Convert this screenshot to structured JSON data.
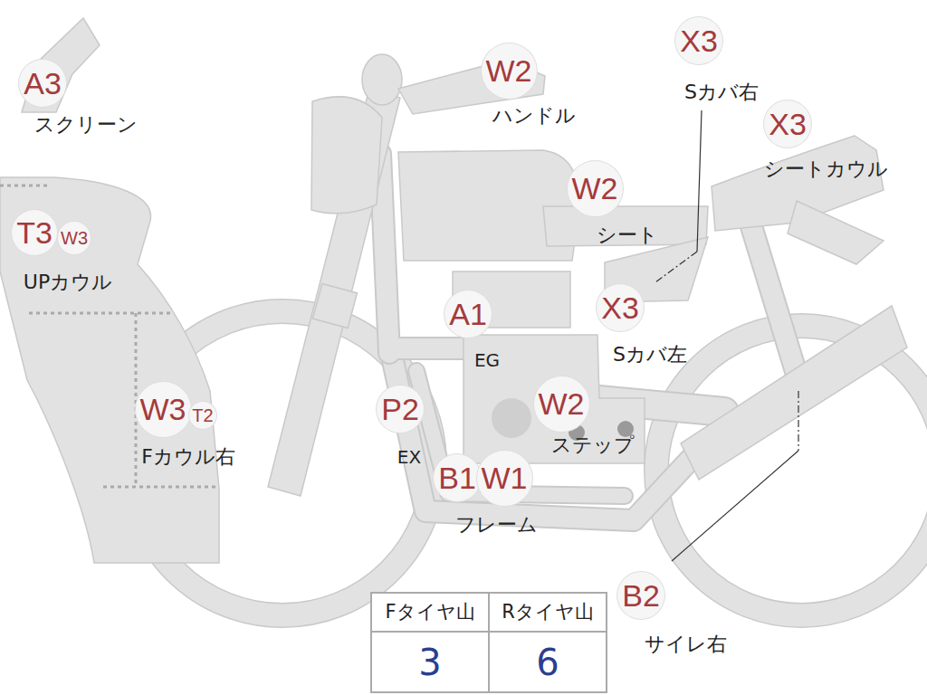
{
  "diagram": {
    "nodes": [
      {
        "text": [
          "A3"
        ]
      },
      {
        "text": [
          "W2"
        ]
      },
      {
        "text": [
          "X3"
        ]
      },
      {
        "text": [
          "X3"
        ]
      },
      {
        "text": [
          "W2"
        ]
      },
      {
        "text": [
          "T3"
        ]
      },
      {
        "text": [
          "W3"
        ]
      },
      {
        "text": [
          "A1"
        ]
      },
      {
        "text": [
          "X3"
        ]
      },
      {
        "text": [
          "W3"
        ]
      },
      {
        "text": [
          "T2"
        ]
      },
      {
        "text": [
          "P2"
        ]
      },
      {
        "text": [
          "W2"
        ]
      },
      {
        "text": [
          "B1"
        ]
      },
      {
        "text": [
          "W1"
        ]
      },
      {
        "text": [
          "B2"
        ]
      }
    ],
    "labels": [
      "スクリーン",
      "ハンドル",
      "Sカバ右",
      "シートカウル",
      "シート",
      "UPカウル",
      "EG",
      "Sカバ左",
      "Fカウル右",
      "EX",
      "ステップ",
      "フレーム",
      "サイレ右",
      "Fタイヤ山",
      "Rタイヤ山",
      "3",
      "6"
    ]
  }
}
